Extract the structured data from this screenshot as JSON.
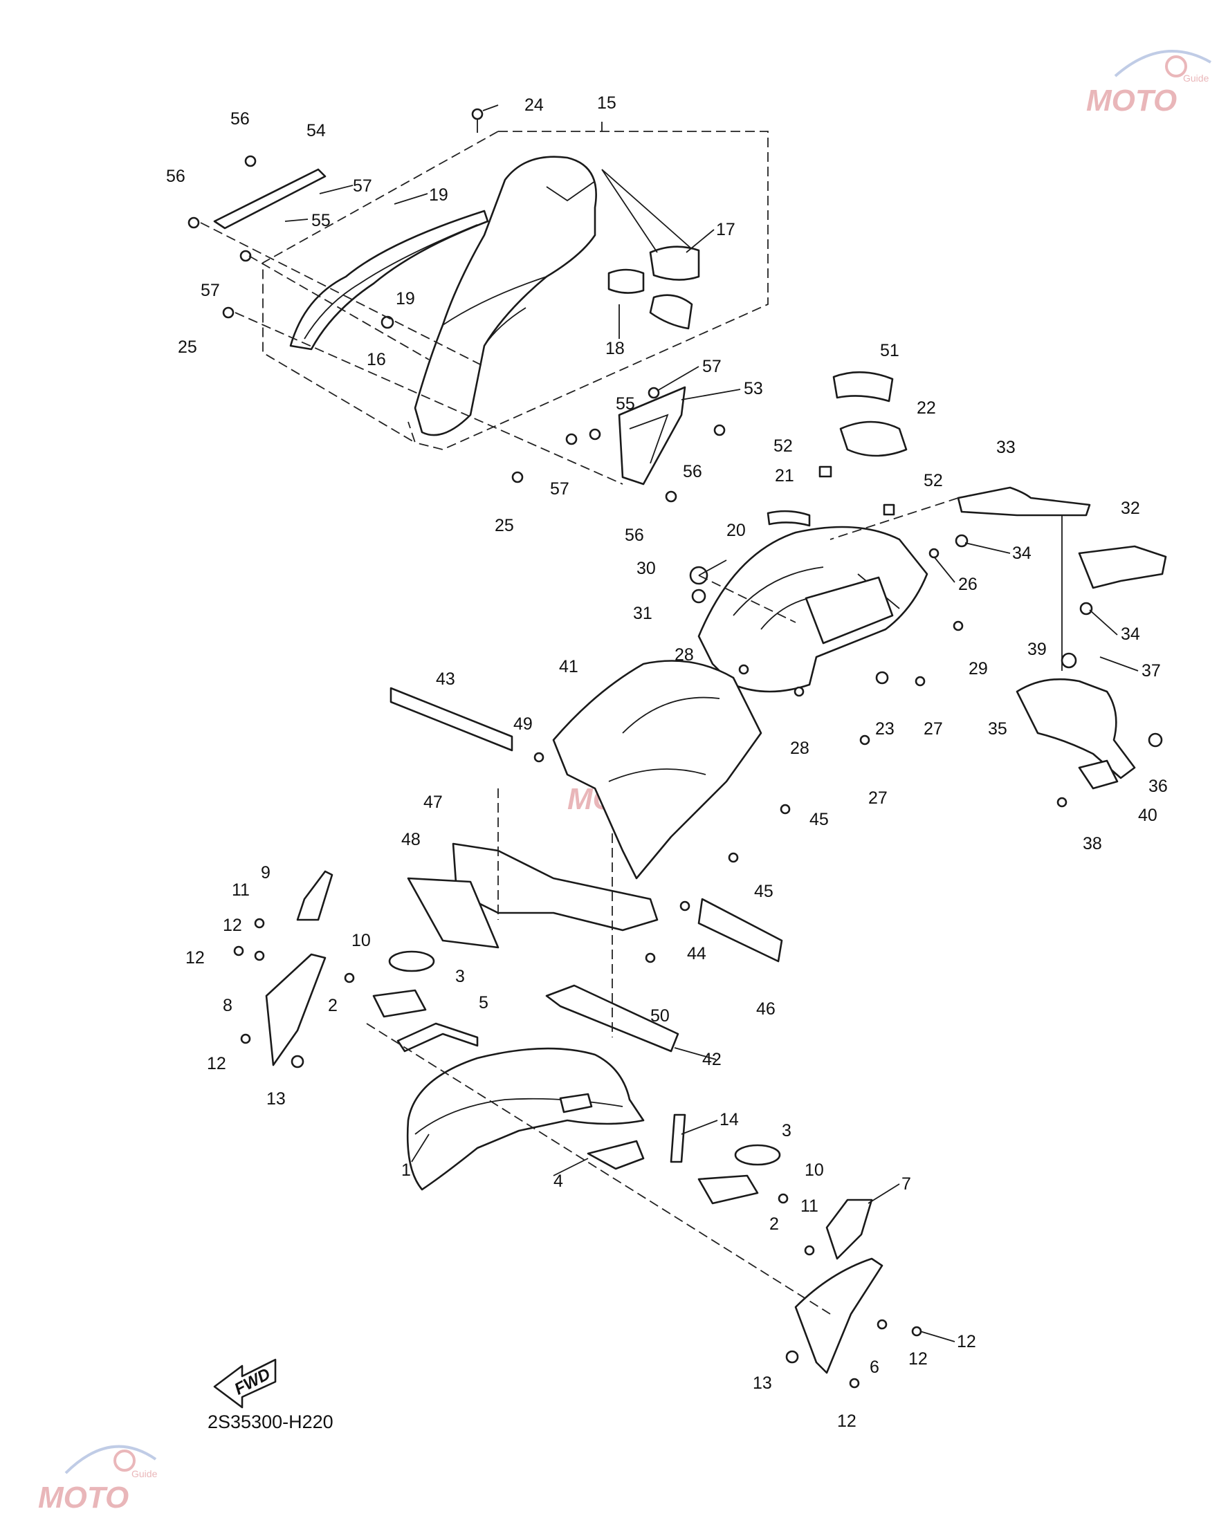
{
  "diagram": {
    "code": "2S35300-H220",
    "fwd_label": "FWD",
    "watermark": {
      "brand": "MOTO",
      "sub": "Guide"
    },
    "callouts": [
      "1",
      "2",
      "3",
      "4",
      "5",
      "6",
      "7",
      "8",
      "9",
      "10",
      "11",
      "12",
      "13",
      "14",
      "15",
      "16",
      "17",
      "18",
      "19",
      "20",
      "21",
      "22",
      "23",
      "24",
      "25",
      "26",
      "27",
      "28",
      "29",
      "30",
      "31",
      "32",
      "33",
      "34",
      "35",
      "36",
      "37",
      "38",
      "39",
      "40",
      "41",
      "42",
      "43",
      "44",
      "45",
      "46",
      "47",
      "48",
      "49",
      "50",
      "51",
      "52",
      "53",
      "54",
      "55",
      "56",
      "57"
    ]
  }
}
